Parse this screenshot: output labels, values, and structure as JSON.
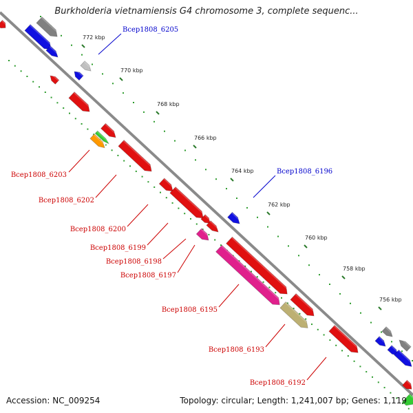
{
  "map": {
    "title": "Burkholderia vietnamiensis G4 chromosome 3, complete sequenc...",
    "accession": "Accession: NC_009254",
    "summary": "Topology: circular; Length: 1,241,007 bp; Genes: 1,119"
  },
  "ticks": [
    {
      "label": "772 kbp"
    },
    {
      "label": "770 kbp"
    },
    {
      "label": "768 kbp"
    },
    {
      "label": "766 kbp"
    },
    {
      "label": "764 kbp"
    },
    {
      "label": "762 kbp"
    },
    {
      "label": "760 kbp"
    },
    {
      "label": "758 kbp"
    },
    {
      "label": "756 kbp"
    }
  ],
  "gene_labels": [
    {
      "text": "Bcep1808_6205",
      "color": "#0000cc"
    },
    {
      "text": "Bcep1808_6196",
      "color": "#0000cc"
    },
    {
      "text": "Bcep1808_6203",
      "color": "#cc0000"
    },
    {
      "text": "Bcep1808_6202",
      "color": "#cc0000"
    },
    {
      "text": "Bcep1808_6200",
      "color": "#cc0000"
    },
    {
      "text": "Bcep1808_6199",
      "color": "#cc0000"
    },
    {
      "text": "Bcep1808_6198",
      "color": "#cc0000"
    },
    {
      "text": "Bcep1808_6197",
      "color": "#cc0000"
    },
    {
      "text": "Bcep1808_6195",
      "color": "#cc0000"
    },
    {
      "text": "Bcep1808_6193",
      "color": "#cc0000"
    },
    {
      "text": "Bcep1808_6192",
      "color": "#cc0000"
    }
  ],
  "colors": {
    "backbone": "#8a8a8a",
    "dots": "#2a9a2a",
    "red": "#e01010",
    "blue": "#1010e0",
    "gray": "#808080",
    "pink": "#e0208c",
    "tan": "#bdb073",
    "orange": "#ff9900",
    "green": "#33cc33",
    "lightgray": "#c0c0c0"
  }
}
